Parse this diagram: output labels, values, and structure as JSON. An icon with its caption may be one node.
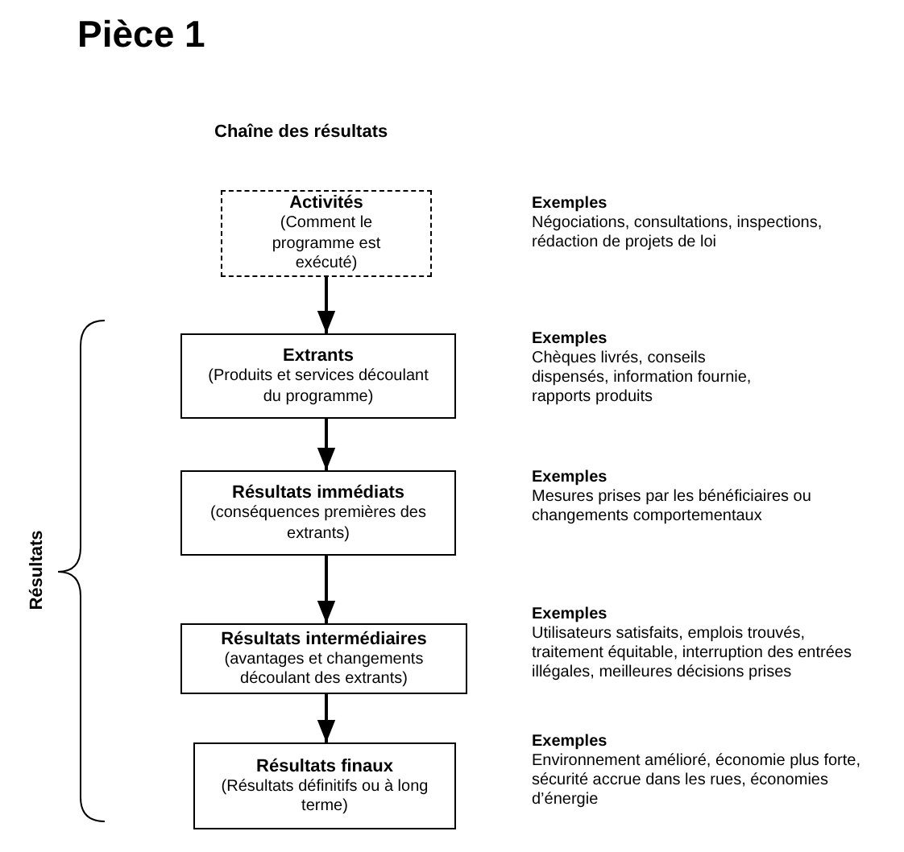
{
  "diagram": {
    "title": "Pièce 1",
    "nodes": [
      {
        "text": [
          "Activités",
          "(Comment le programme est exécuté)"
        ],
        "beside": [
          "Exemples",
          "Négociations, consultations, inspections, rédaction de projets de loi"
        ]
      },
      {
        "text": [
          "Extrants",
          "(Produits et services découlant du programme)"
        ],
        "beside": [
          "Exemples",
          "Chèques livrés,  conseils dispensés, information fournie, rapports produits"
        ]
      },
      {
        "text": [
          "Résultats immédiats",
          "(conséquences premières des extrants)"
        ],
        "beside": [
          "Exemples",
          "Mesures prises  par les bénéficiaires ou changements comportementaux"
        ]
      },
      {
        "text": [
          "Résultats intermédiaires",
          "(avantages et changements découlant des extrants)"
        ],
        "beside": [
          "Exemples",
          "Utilisateurs satisfaits, emplois trouvés, traitement équitable, interruption des entrées illégales, meilleures décisions prises"
        ]
      },
      {
        "text": [
          "Résultats finaux",
          "(Résultats définitifs ou à long terme)"
        ],
        "beside": [
          "Exemples",
          "Environnement amélioré, économie plus forte, sécurité accrue dans les rues, économies d’énergie"
        ]
      }
    ],
    "edges": [
      {
        "from": 0,
        "to": 1,
        "arrow": "to"
      },
      {
        "from": 1,
        "to": 2,
        "arrow": "to"
      },
      {
        "from": 2,
        "to": 3,
        "arrow": "to"
      },
      {
        "from": 3,
        "to": 4,
        "arrow": "to"
      }
    ],
    "labels": [
      "Chaîne des résultats",
      "Résultats"
    ]
  }
}
